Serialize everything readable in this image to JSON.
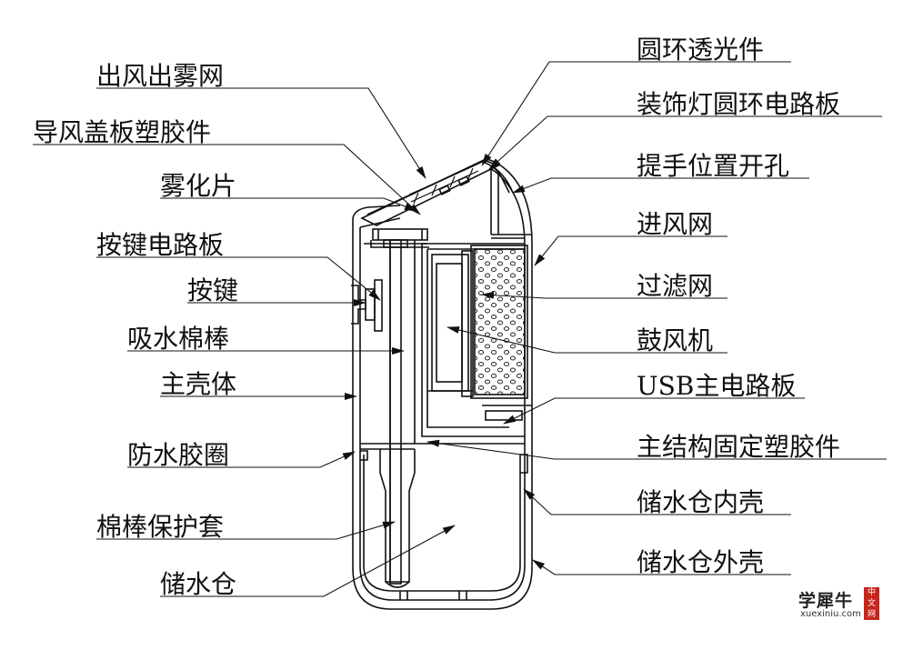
{
  "labels_left": [
    {
      "id": "air-mist-outlet-mesh",
      "text": "出风出雾网"
    },
    {
      "id": "air-guide-cover-plastic",
      "text": "导风盖板塑胶件"
    },
    {
      "id": "atomizer-disc",
      "text": "雾化片"
    },
    {
      "id": "button-pcb",
      "text": "按键电路板"
    },
    {
      "id": "button",
      "text": "按键"
    },
    {
      "id": "absorbent-cotton-stick",
      "text": "吸水棉棒"
    },
    {
      "id": "main-housing",
      "text": "主壳体"
    },
    {
      "id": "waterproof-gasket",
      "text": "防水胶圈"
    },
    {
      "id": "cotton-stick-sleeve",
      "text": "棉棒保护套"
    },
    {
      "id": "water-tank",
      "text": "储水仓"
    }
  ],
  "labels_right": [
    {
      "id": "ring-light-guide",
      "text": "圆环透光件"
    },
    {
      "id": "decor-light-ring-pcb",
      "text": "装饰灯圆环电路板"
    },
    {
      "id": "handle-opening",
      "text": "提手位置开孔"
    },
    {
      "id": "air-inlet-mesh",
      "text": "进风网"
    },
    {
      "id": "filter-mesh",
      "text": "过滤网"
    },
    {
      "id": "blower-fan",
      "text": "鼓风机"
    },
    {
      "id": "usb-main-pcb",
      "text": "USB主电路板"
    },
    {
      "id": "main-structure-plastic",
      "text": "主结构固定塑胶件"
    },
    {
      "id": "water-tank-inner-shell",
      "text": "储水仓内壳"
    },
    {
      "id": "water-tank-outer-shell",
      "text": "储水仓外壳"
    }
  ],
  "watermark": {
    "main": "学犀牛",
    "sub": "xuexiniu.com",
    "badge": "中文网"
  }
}
